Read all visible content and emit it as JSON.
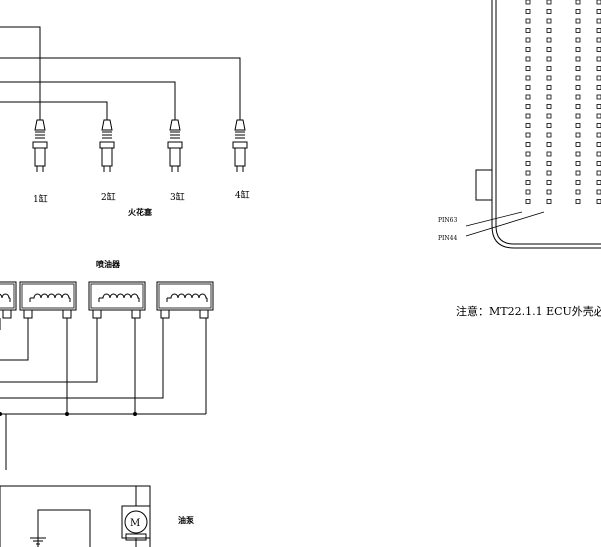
{
  "ignition": {
    "cylinder_labels": [
      "1缸",
      "2缸",
      "3缸",
      "4缸"
    ],
    "group_label": "火花塞"
  },
  "injectors": {
    "group_label": "喷油器"
  },
  "pump": {
    "motor_symbol": "M",
    "label": "油泵"
  },
  "ecu": {
    "pin_labels": [
      "PIN63",
      "PIN44"
    ]
  },
  "note": {
    "text": "注意：MT22.1.1 ECU外壳必"
  }
}
